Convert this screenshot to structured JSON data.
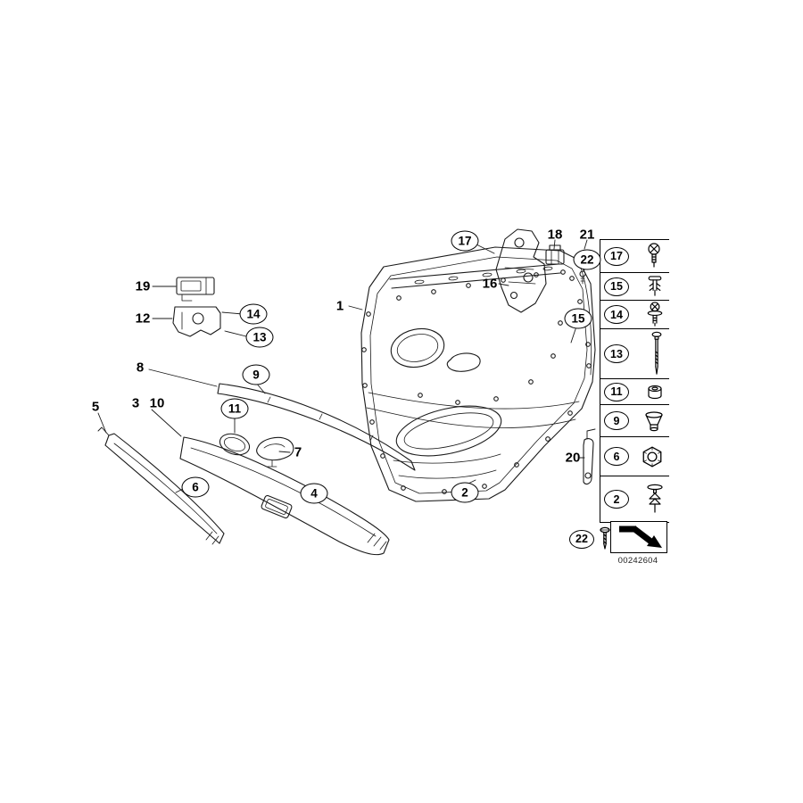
{
  "diagram": {
    "id_label": "00242604",
    "description": "Exploded parts diagram of a rear door trim panel with numbered callouts"
  },
  "colors": {
    "line": "#1a1a1a",
    "background": "#ffffff"
  },
  "callouts": {
    "c1": "1",
    "c2": "2",
    "c3": "3",
    "c4": "4",
    "c5": "5",
    "c6": "6",
    "c7": "7",
    "c8": "8",
    "c9": "9",
    "c10": "10",
    "c11": "11",
    "c12": "12",
    "c13": "13",
    "c14": "14",
    "c15": "15",
    "c16": "16",
    "c17": "17",
    "c18": "18",
    "c19": "19",
    "c20": "20",
    "c21": "21",
    "c22": "22"
  },
  "legend": {
    "rows": [
      {
        "number": "17",
        "icon": "push-pin-icon"
      },
      {
        "number": "15",
        "icon": "expanding-rivet-icon"
      },
      {
        "number": "14",
        "icon": "screw-washer-icon"
      },
      {
        "number": "13",
        "icon": "long-screw-icon"
      },
      {
        "number": "11",
        "icon": "cap-nut-icon"
      },
      {
        "number": "9",
        "icon": "cone-grommet-icon"
      },
      {
        "number": "6",
        "icon": "hex-nut-icon"
      },
      {
        "number": "2",
        "icon": "expansion-clip-icon"
      }
    ],
    "footer": {
      "number": "22",
      "icon": "screw-icon",
      "symbol": "direction-arrow"
    }
  }
}
